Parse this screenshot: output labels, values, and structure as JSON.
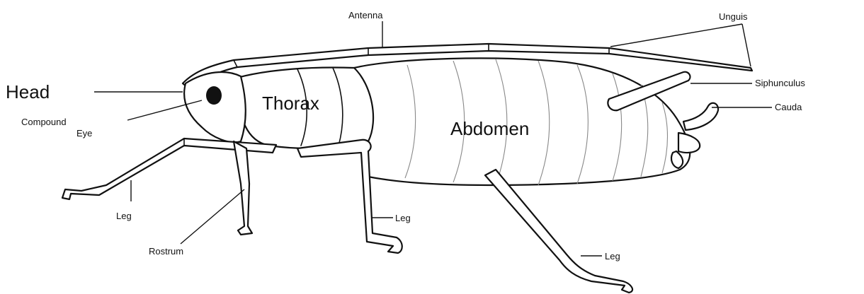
{
  "labels": {
    "head": "Head",
    "thorax": "Thorax",
    "abdomen": "Abdomen",
    "antenna": "Antenna",
    "unguis": "Unguis",
    "siphunculus": "Siphunculus",
    "cauda": "Cauda",
    "compound_eye_line1": "Compound",
    "compound_eye_line2": "Eye",
    "leg_front": "Leg",
    "leg_mid": "Leg",
    "leg_hind": "Leg",
    "rostrum": "Rostrum"
  }
}
